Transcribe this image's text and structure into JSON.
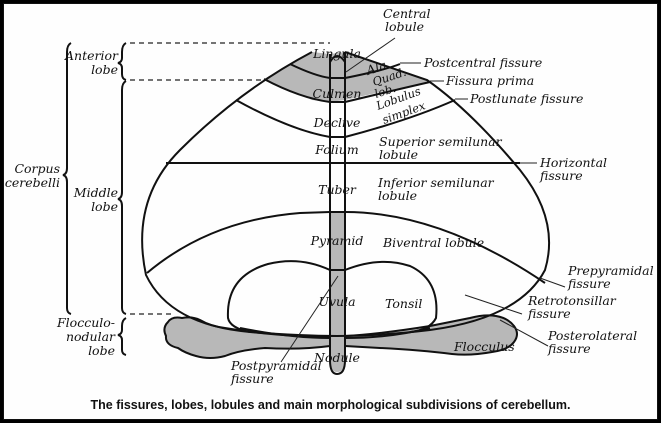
{
  "figure": {
    "caption": "The fissures, lobes, lobules and main morphological subdivisions of cerebellum.",
    "colors": {
      "shaded_region": "#b8b8b8",
      "line": "#111111",
      "background": "#fefefe",
      "border": "#000000"
    },
    "lobes": {
      "anterior": [
        "Anterior",
        "lobe"
      ],
      "middle": [
        "Middle",
        "lobe"
      ],
      "corpus": [
        "Corpus",
        "cerebelli"
      ],
      "flocculonodular": [
        "Flocculo-",
        "nodular",
        "lobe"
      ]
    },
    "vermis": {
      "lingula": "Lingula",
      "culmen": "Culmen",
      "declive": "Declive",
      "folium": "Folium",
      "tuber": "Tuber",
      "pyramid": "Pyramid",
      "uvula": "Uvula",
      "nodule": "Nodule"
    },
    "hemisphere": {
      "central_lobule": [
        "Central",
        "lobule"
      ],
      "ala": "Ala",
      "quad_lob": [
        "Quad.",
        "lob."
      ],
      "lobulus_simplex": [
        "Lobulus",
        "simplex"
      ],
      "superior_semilunar": [
        "Superior semilunar",
        "lobule"
      ],
      "inferior_semilunar": [
        "Inferior semilunar",
        "lobule"
      ],
      "biventral": "Biventral lobule",
      "tonsil": "Tonsil",
      "flocculus": "Flocculus"
    },
    "fissures": {
      "postcentral": "Postcentral fissure",
      "prima": "Fissura prima",
      "postlunate": "Postlunate fissure",
      "horizontal": [
        "Horizontal",
        "fissure"
      ],
      "prepyramidal": [
        "Prepyramidal",
        "fissure"
      ],
      "retrotonsillar": [
        "Retrotonsillar",
        "fissure"
      ],
      "posterolateral": [
        "Posterolateral",
        "fissure"
      ],
      "postpyramidal": [
        "Postpyramidal",
        "fissure"
      ]
    }
  }
}
